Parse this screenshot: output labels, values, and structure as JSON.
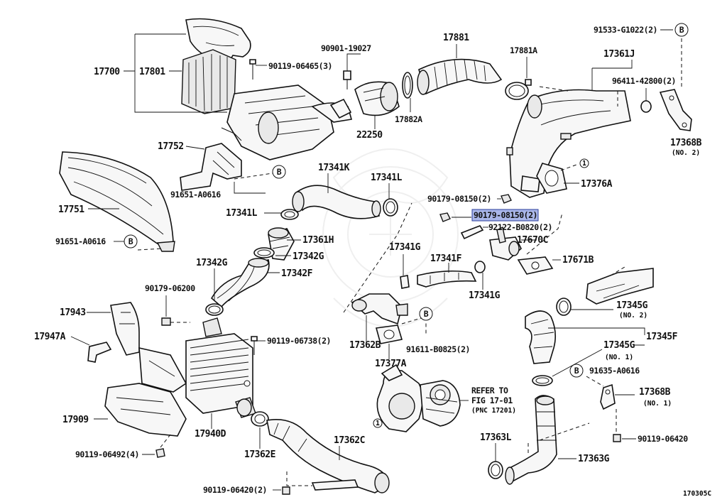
{
  "diagram_code": "170305C",
  "refer_note": {
    "line1": "REFER TO",
    "line2": "FIG 17-01",
    "line3": "(PNC 17201)"
  },
  "circle_marks": {
    "b": "B",
    "one": "1"
  },
  "labels": {
    "p17700": "17700",
    "p17801": "17801",
    "p90119_06465": "90119-06465(3)",
    "p90901_19027": "90901-19027",
    "p17881": "17881",
    "p17881a": "17881A",
    "p91533": "91533-G1022(2)",
    "p17361j": "17361J",
    "p96411": "96411-42800(2)",
    "p17368b_top": "17368B",
    "no2_top": "(NO. 2)",
    "p17882a": "17882A",
    "p22250": "22250",
    "p17752": "17752",
    "p91651_top": "91651-A0616",
    "p17751": "17751",
    "p91651_left": "91651-A0616",
    "p17341k": "17341K",
    "p17341l_a": "17341L",
    "p17341l_b": "17341L",
    "p17361h": "17361H",
    "p17342g_r": "17342G",
    "p17342g_l": "17342G",
    "p17342f": "17342F",
    "p90179_08150_a": "90179-08150(2)",
    "p90179_08150_b": "90179-08150(2)",
    "p92122": "92122-B0820(2)",
    "p17376a": "17376A",
    "p17670c": "17670C",
    "p17671b": "17671B",
    "p17341g_a": "17341G",
    "p17341f": "17341F",
    "p17341g_b": "17341G",
    "p90179_06200": "90179-06200",
    "p17943": "17943",
    "p17947a": "17947A",
    "p90119_06738": "90119-06738(2)",
    "p17362b": "17362B",
    "p91611": "91611-B0825(2)",
    "p17377a": "17377A",
    "p17345g_top": "17345G",
    "no2_mid": "(NO. 2)",
    "p17345f": "17345F",
    "p17345g_mid": "17345G",
    "no1_mid": "(NO. 1)",
    "p91635": "91635-A0616",
    "p17368b_mid": "17368B",
    "no1_right": "(NO. 1)",
    "p17909": "17909",
    "p17940d": "17940D",
    "p90119_06492": "90119-06492(4)",
    "p17362e": "17362E",
    "p17362c": "17362C",
    "p17363l": "17363L",
    "p90119_06420_r": "90119-06420",
    "p17363g": "17363G",
    "p90119_06420_b": "90119-06420(2)"
  }
}
